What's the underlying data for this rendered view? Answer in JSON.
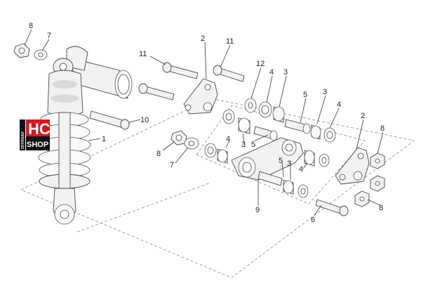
{
  "logo": {
    "hc": "HC",
    "shop": "SHOP",
    "side": "OFFROAD",
    "bg_color": "#d9161b",
    "dark_color": "#111111"
  },
  "callouts": {
    "c8_top": "8",
    "c7_top": "7",
    "c11_left": "11",
    "c2_top": "2",
    "c11_right": "11",
    "c12": "12",
    "c4_a": "4",
    "c3_a": "3",
    "c5_a": "5",
    "c3_b": "3",
    "c4_b": "4",
    "c10": "10",
    "c1": "1",
    "c8_mid": "8",
    "c7_mid": "7",
    "c4_c": "4",
    "c3_c": "3",
    "c5_b": "5",
    "c5_c": "5",
    "c3_d": "3",
    "c4_d": "4",
    "c2_right": "2",
    "c8_right_top": "8",
    "c8_right_bottom": "8",
    "c9": "9",
    "c6": "6"
  }
}
